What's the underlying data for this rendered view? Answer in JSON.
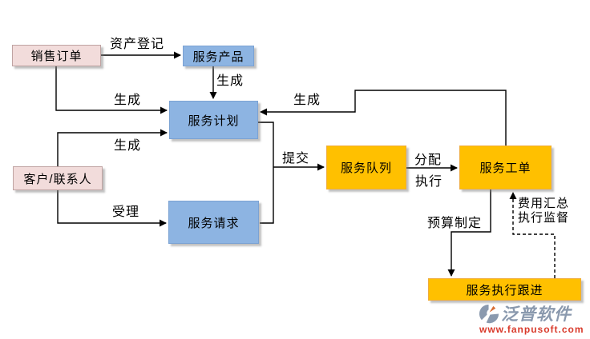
{
  "diagram": {
    "nodes": {
      "sales_order": {
        "label": "销售订单"
      },
      "customer_contact": {
        "label": "客户/联系人"
      },
      "service_product": {
        "label": "服务产品"
      },
      "service_plan": {
        "label": "服务计划"
      },
      "service_request": {
        "label": "服务请求"
      },
      "service_queue": {
        "label": "服务队列"
      },
      "service_workorder": {
        "label": "服务工单"
      },
      "service_followup": {
        "label": "服务执行跟进"
      }
    },
    "edge_labels": {
      "asset_registration": "资产登记",
      "generate_product": "生成",
      "generate_sales": "生成",
      "generate_customer": "生成",
      "generate_feedback": "生成",
      "accept": "受理",
      "submit": "提交",
      "assign": "分配",
      "execute": "执行",
      "budget_making": "预算制定",
      "cost_summary": "费用汇总",
      "execution_supervision": "执行监督"
    }
  },
  "branding": {
    "logo_text": "泛普软件",
    "website": "www.fanpusoft.com"
  },
  "colors": {
    "pink_fill": "#F2DCDB",
    "pink_border": "#BFA3A2",
    "blue_fill": "#8DB4E2",
    "blue_border": "#7BA2D3",
    "orange_fill": "#FFC000",
    "orange_border": "#EFAC3B",
    "line": "#000000",
    "logo_gray": "#8A99AE",
    "logo_red": "#D93A2B"
  }
}
